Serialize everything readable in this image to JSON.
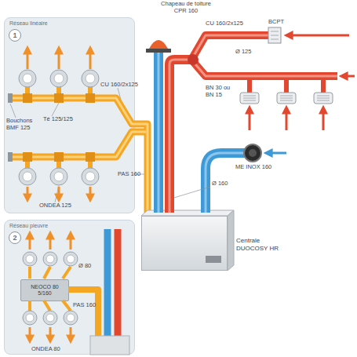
{
  "diagram": {
    "nodes": [
      {
        "text": [
          "Réseau linéaire"
        ]
      },
      {
        "text": [
          "1"
        ],
        "in": 0
      },
      {
        "text": [
          "Réseau pieuvre"
        ]
      },
      {
        "text": [
          "2"
        ],
        "in": 2
      },
      {
        "text": [
          "NEOCO 80 5/160"
        ],
        "in": 2
      },
      {
        "text": [
          "Centrale DUOCOSY HR"
        ]
      }
    ],
    "labels": [
      "Chapeau de toiture CPR 160",
      "CU 160/2x125",
      "Té 125/125",
      "Bouchons BMF 125",
      "PAS 160",
      "ONDEA 125",
      "CU 160/2x125",
      "BCPT",
      "Ø 125",
      "BN 30 ou BN 15",
      "ME INOX 160",
      "Ø 160",
      "Ø 80",
      "PAS 160",
      "ONDEA 80"
    ]
  }
}
